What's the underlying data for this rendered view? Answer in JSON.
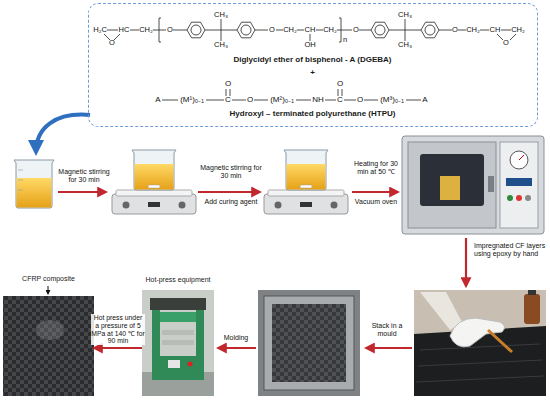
{
  "diagram": {
    "nodes": [
      {
        "text": [
          "Diglycidyl ether of bisphenol - A (DGEBA)",
          "+",
          "Hydroxyl – terminated polyurethane (HTPU)"
        ]
      },
      {
        "text": [
          "Hot-press equipment"
        ]
      },
      {
        "text": [
          "CFRP composite"
        ]
      }
    ],
    "edges": [
      {
        "from": 1,
        "to": 2,
        "arrow": "to",
        "label": "Hot press under a pressure of 5 MPa at 140 ℃ for 90 min"
      }
    ],
    "labels": [
      "H₂C",
      "HC",
      "CH₂",
      "O",
      "O",
      "CH₃",
      "CH₃",
      "O",
      "CH₂",
      "CH",
      "OH",
      "CH₂",
      "n",
      "O",
      "CH₃",
      "CH₃",
      "O",
      "CH₂",
      "CH",
      "CH₂",
      "O",
      "A",
      "(M¹)₀₋₁",
      "O",
      "C",
      "O",
      "(M²)₀₋₁",
      "NH",
      "O",
      "C",
      "O",
      "(M³)₀₋₁",
      "A",
      "Magnetic stirring for 30 min",
      "Magnetic stirring for 30 min",
      "Add curing agent",
      "Heating for 30 min at 50 ℃",
      "Vacuum oven",
      "Impregnated CF layers using epoxy by hand",
      "Stack in a mould",
      "Molding"
    ]
  }
}
